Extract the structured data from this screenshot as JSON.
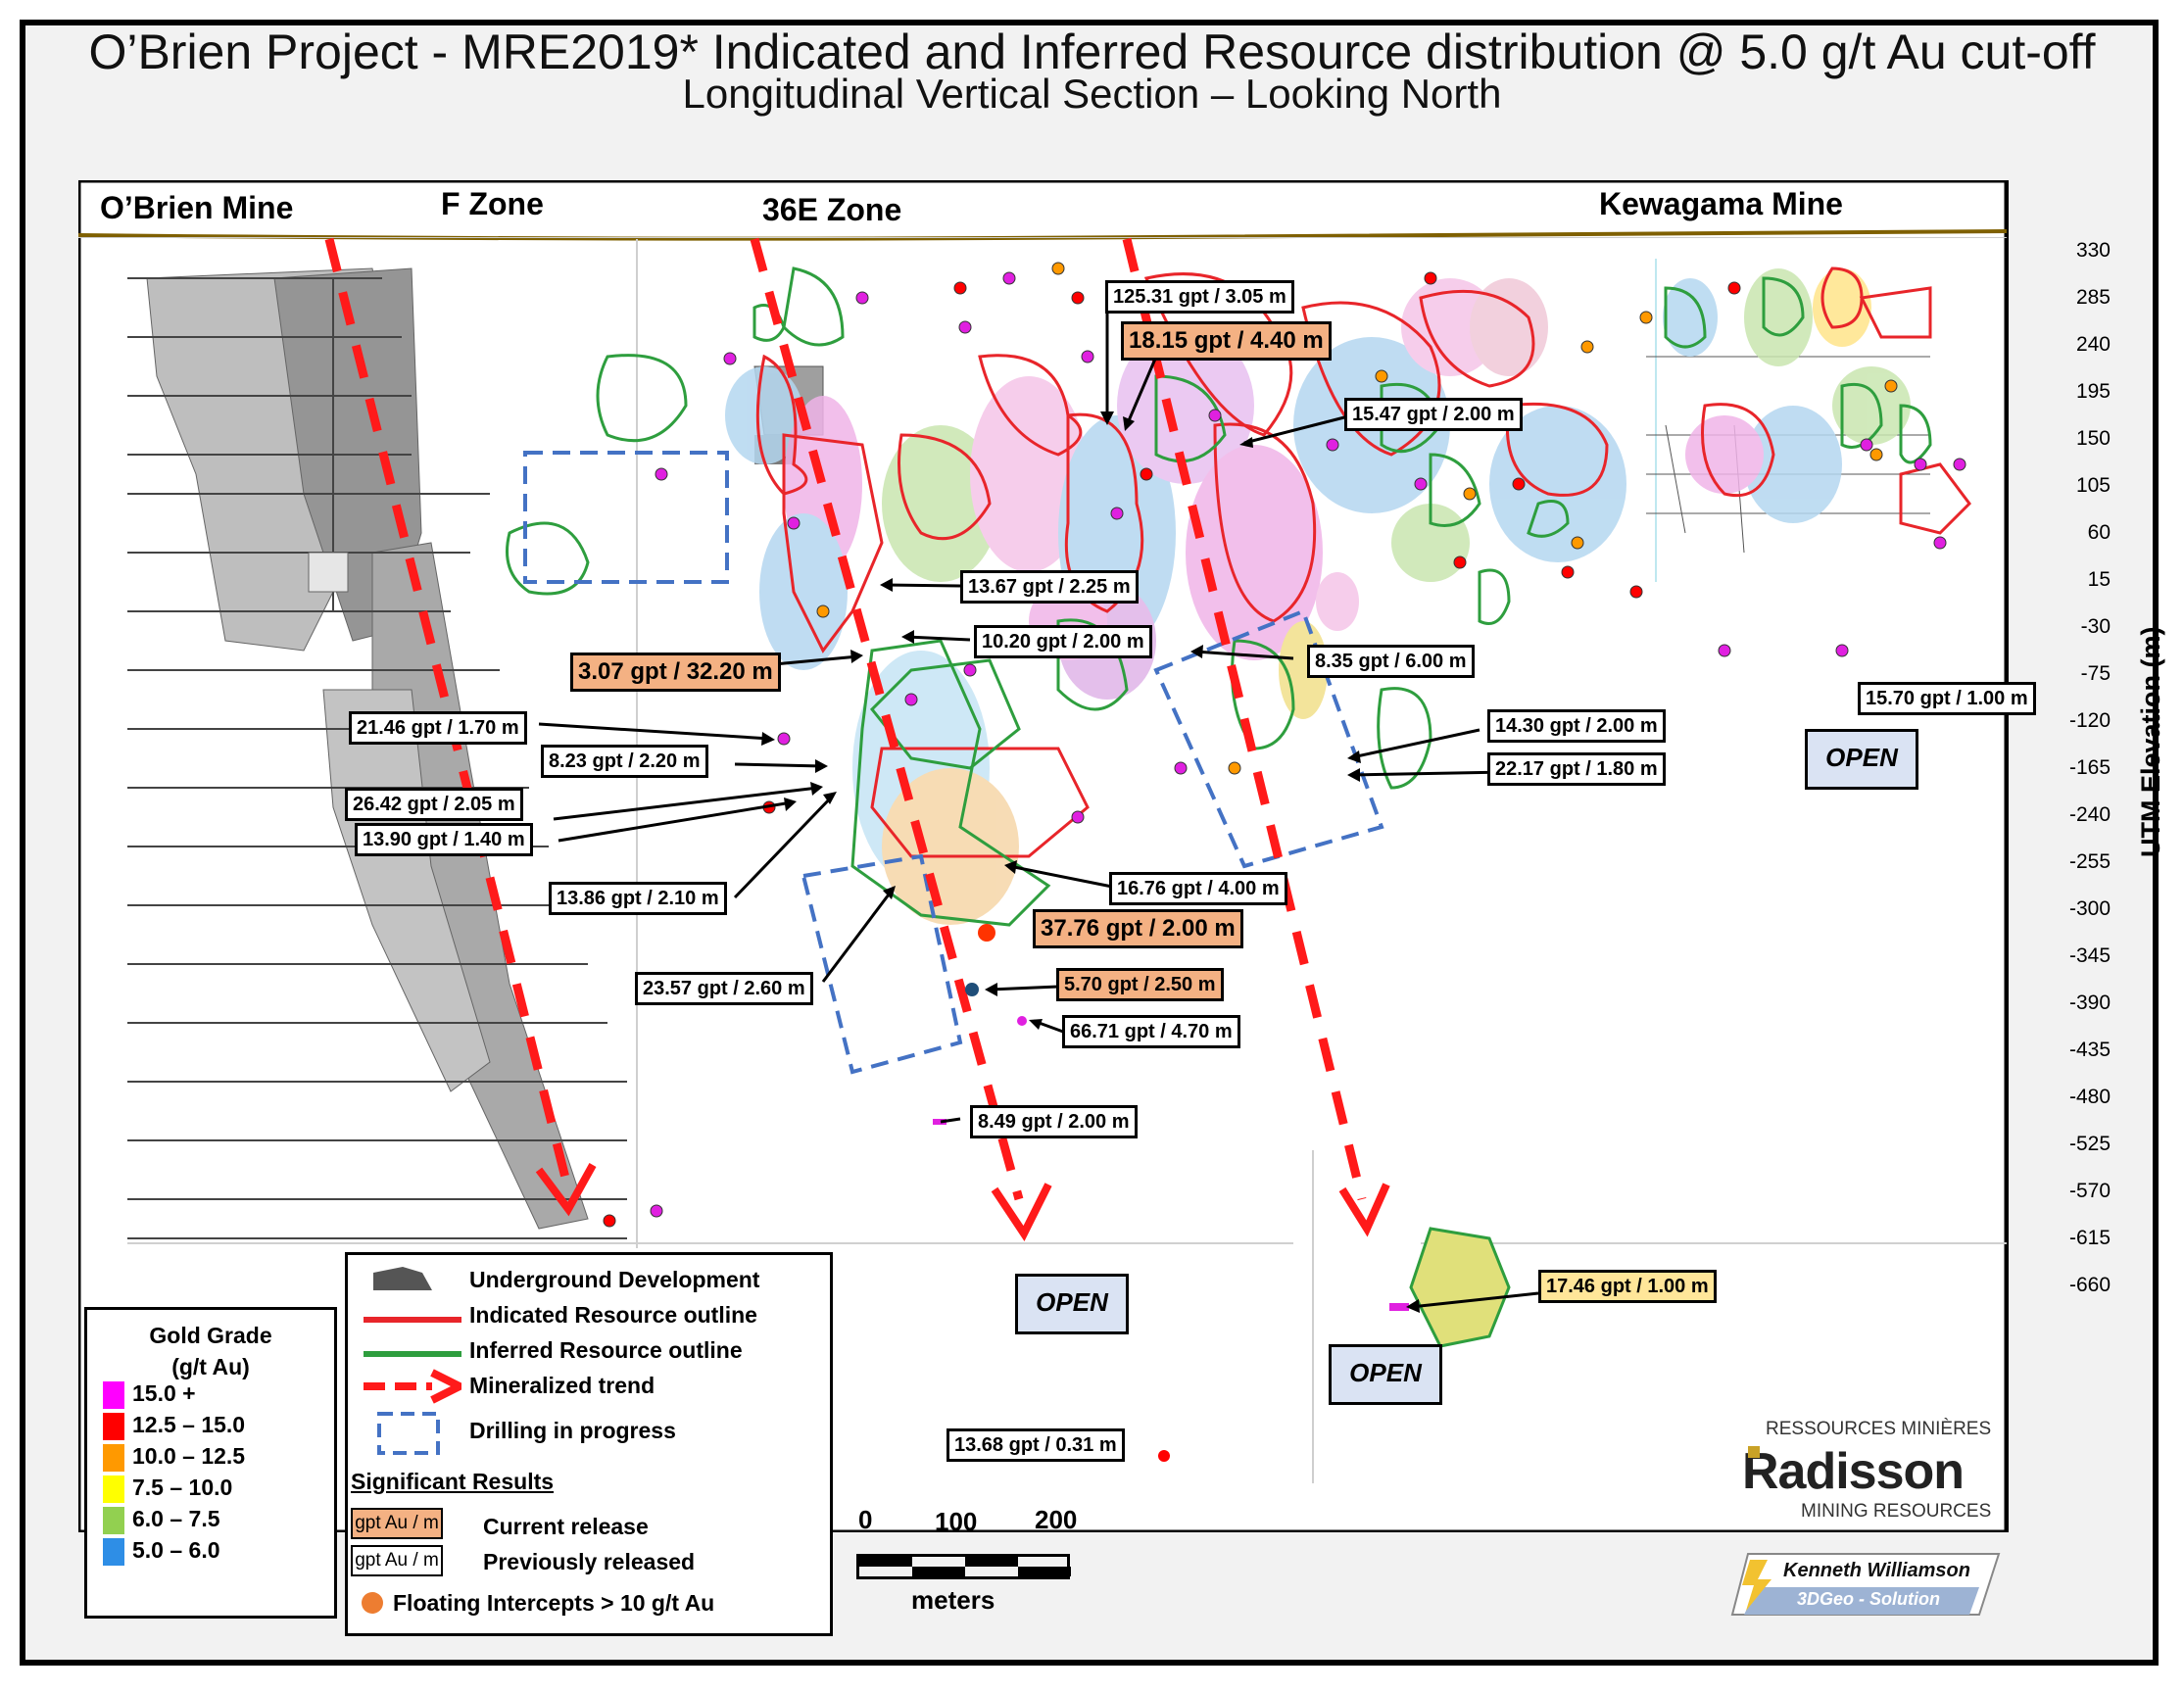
{
  "title": "O’Brien Project - MRE2019* Indicated and Inferred Resource distribution @ 5.0 g/t Au cut-off",
  "subtitle": "Longitudinal Vertical Section – Looking North",
  "zones": {
    "obrien_mine": "O’Brien Mine",
    "f_zone": "F Zone",
    "zone_36e": "36E Zone",
    "kewagama_mine": "Kewagama Mine"
  },
  "axis": {
    "title": "UTM Elevation (m)",
    "ticks": [
      "330",
      "285",
      "240",
      "195",
      "150",
      "105",
      "60",
      "15",
      "-30",
      "-75",
      "-120",
      "-165",
      "-240",
      "-255",
      "-300",
      "-345",
      "-390",
      "-435",
      "-480",
      "-525",
      "-570",
      "-615",
      "-660"
    ]
  },
  "callouts": {
    "c1": "125.31 gpt / 3.05 m",
    "c2": "18.15 gpt / 4.40 m",
    "c3": "15.47 gpt / 2.00 m",
    "c4": "13.67 gpt / 2.25 m",
    "c5": "10.20 gpt / 2.00 m",
    "c6": "8.35 gpt / 6.00 m",
    "c7": "3.07 gpt / 32.20 m",
    "c8": "21.46 gpt / 1.70 m",
    "c9": "8.23 gpt / 2.20 m",
    "c10": "26.42 gpt / 2.05 m",
    "c11": "13.90 gpt / 1.40 m",
    "c12": "14.30 gpt / 2.00 m",
    "c13": "22.17 gpt / 1.80 m",
    "c14": "15.70 gpt / 1.00 m",
    "c15": "13.86 gpt / 2.10 m",
    "c16": "16.76 gpt / 4.00 m",
    "c17": "37.76 gpt / 2.00 m",
    "c18": "23.57 gpt / 2.60 m",
    "c19": "5.70 gpt / 2.50 m",
    "c20": "66.71 gpt / 4.70 m",
    "c21": "8.49 gpt / 2.00 m",
    "c22": "17.46 gpt / 1.00 m",
    "c23": "13.68 gpt / 0.31 m"
  },
  "open_label": "OPEN",
  "grade_legend": {
    "title_line1": "Gold Grade",
    "title_line2": "(g/t Au)",
    "items": [
      {
        "label": "15.0 +",
        "color": "#ff00ff"
      },
      {
        "label": "12.5 – 15.0",
        "color": "#ff0000"
      },
      {
        "label": "10.0 – 12.5",
        "color": "#ff9900"
      },
      {
        "label": "7.5 – 10.0",
        "color": "#ffff00"
      },
      {
        "label": "6.0 – 7.5",
        "color": "#92d050"
      },
      {
        "label": "5.0 – 6.0",
        "color": "#2e8ee6"
      }
    ]
  },
  "legend": {
    "underground": "Underground Development",
    "indicated": "Indicated Resource outline",
    "inferred": "Inferred Resource outline",
    "trend": "Mineralized trend",
    "drilling": "Drilling in progress",
    "significant": "Significant Results",
    "box_label": "gpt Au / m",
    "current": "Current release",
    "previous": "Previously released",
    "floating": "Floating Intercepts > 10 g/t Au"
  },
  "scale": {
    "t0": "0",
    "t1": "100",
    "t2": "200",
    "unit": "meters"
  },
  "logos": {
    "radisson_top": "RESSOURCES MINIÈRES",
    "radisson_name": "Radisson",
    "radisson_bottom": "MINING RESOURCES",
    "kw_name": "Kenneth Williamson",
    "kw_sub": "3DGeo - Solution"
  },
  "colors": {
    "indicated": "#e8252a",
    "inferred": "#2e9e3e",
    "trend": "#ff1a1a",
    "drilling": "#4472c4",
    "current_fill": "#f4b183",
    "previous_fill": "#ffffff",
    "yellow_fill": "#ffe699",
    "open_fill": "#dae3f3",
    "floating": "#ed7d31"
  }
}
